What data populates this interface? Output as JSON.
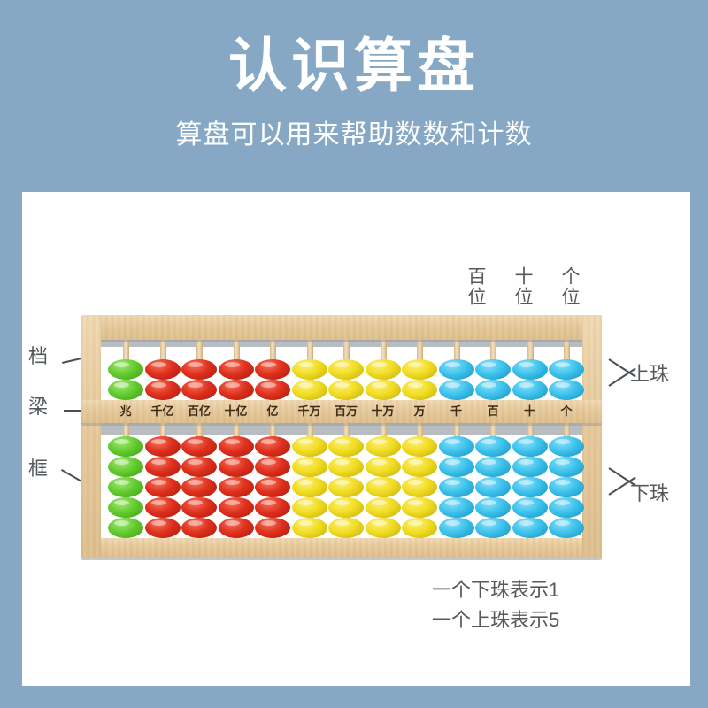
{
  "header": {
    "title": "认识算盘",
    "subtitle": "算盘可以用来帮助数数和计数"
  },
  "place_labels": [
    {
      "name": "hundreds-place",
      "text": "百位"
    },
    {
      "name": "tens-place",
      "text": "十位"
    },
    {
      "name": "ones-place",
      "text": "个位"
    }
  ],
  "annotations": {
    "left": [
      {
        "name": "rod",
        "text": "档"
      },
      {
        "name": "beam",
        "text": "梁"
      },
      {
        "name": "frame",
        "text": "框"
      }
    ],
    "right": [
      {
        "name": "upper-beads",
        "text": "上珠"
      },
      {
        "name": "lower-beads",
        "text": "下珠"
      }
    ]
  },
  "abacus": {
    "upper_beads_per_rod": 2,
    "lower_beads_per_rod": 5,
    "columns": [
      {
        "label": "兆",
        "color": "green"
      },
      {
        "label": "千亿",
        "color": "red"
      },
      {
        "label": "百亿",
        "color": "red"
      },
      {
        "label": "十亿",
        "color": "red"
      },
      {
        "label": "亿",
        "color": "red"
      },
      {
        "label": "千万",
        "color": "yellow"
      },
      {
        "label": "百万",
        "color": "yellow"
      },
      {
        "label": "十万",
        "color": "yellow"
      },
      {
        "label": "万",
        "color": "yellow"
      },
      {
        "label": "千",
        "color": "blue"
      },
      {
        "label": "百",
        "color": "blue"
      },
      {
        "label": "十",
        "color": "blue"
      },
      {
        "label": "个",
        "color": "blue"
      }
    ]
  },
  "footnotes": [
    {
      "name": "lower-bead-value",
      "text": "一个下珠表示1"
    },
    {
      "name": "upper-bead-value",
      "text": "一个上珠表示5"
    }
  ],
  "colors": {
    "background": "#86a8c4",
    "card": "#ffffff",
    "text": "#55595c",
    "title_text": "#ffffff",
    "wood": "#e5c89b",
    "bead_green": "#63cc2e",
    "bead_red": "#e0301e",
    "bead_yellow": "#f2dd23",
    "bead_blue": "#3dc3ed"
  }
}
